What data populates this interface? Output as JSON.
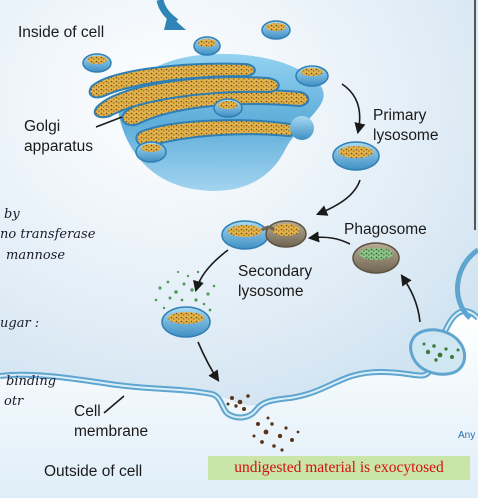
{
  "labels": {
    "inside_cell": "Inside of cell",
    "golgi_line1": "Golgi",
    "golgi_line2": "apparatus",
    "primary_line1": "Primary",
    "primary_line2": "lysosome",
    "phagosome": "Phagosome",
    "secondary_line1": "Secondary",
    "secondary_line2": "lysosome",
    "membrane_line1": "Cell",
    "membrane_line2": "membrane",
    "outside_cell": "Outside of cell"
  },
  "handwritten_notes": [
    "by",
    "no transferase",
    "mannose",
    "ugar :",
    "binding",
    "otr"
  ],
  "highlight_note": "undigested material is exocytosed",
  "credit_fragment": "Any",
  "colors": {
    "cytoplasm": "#dcebf5",
    "organelle_blue": "#5aaad6",
    "cargo_yellow": "#e3b24a",
    "phagosome_green": "#6fae6a",
    "note_background": "#c9e6a8",
    "note_text": "#d41010"
  }
}
